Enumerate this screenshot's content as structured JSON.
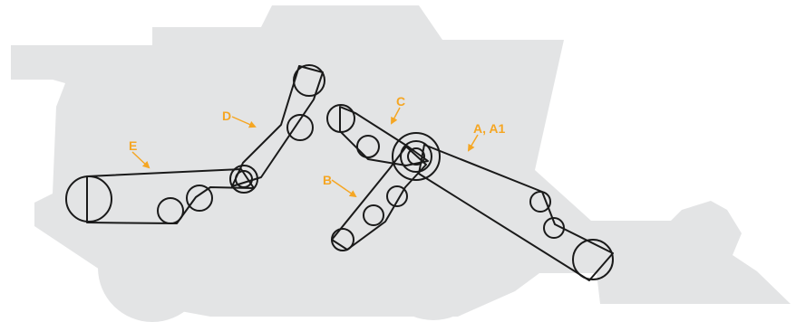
{
  "labels": {
    "a": "A, A1",
    "b": "B",
    "c": "C",
    "d": "D",
    "e": "E"
  },
  "colors": {
    "silhouette": "#e3e4e5",
    "belt": "#1a1a1a",
    "label": "#f5a623"
  }
}
